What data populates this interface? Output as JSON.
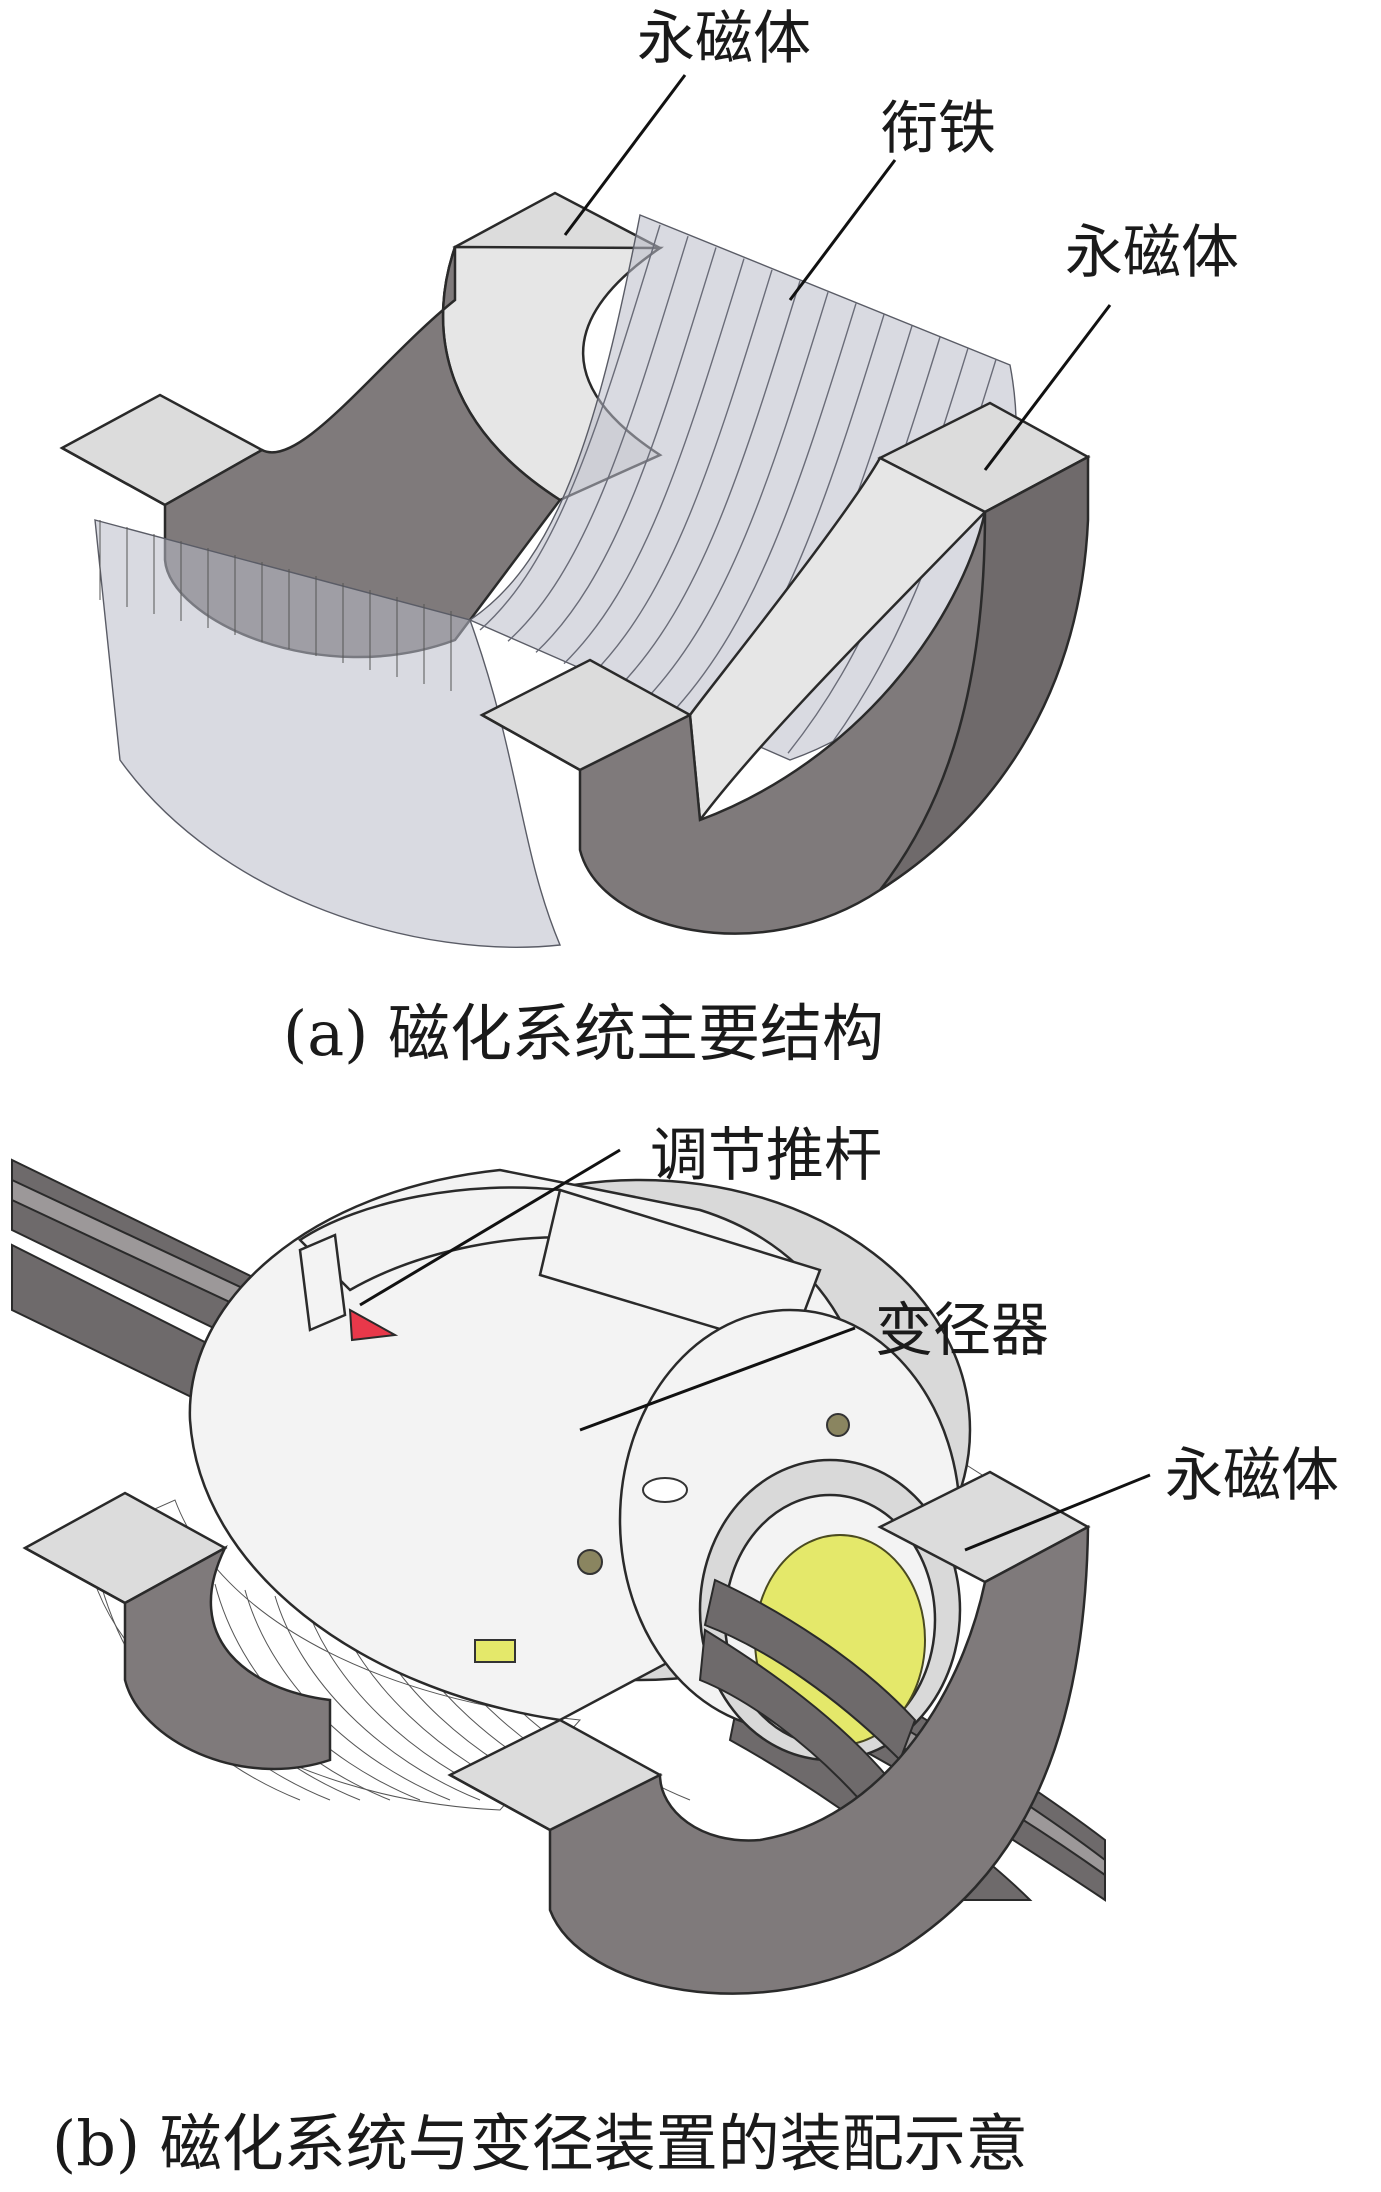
{
  "figure_a": {
    "labels": {
      "magnet_top_left": "永磁体",
      "armature": "衔铁",
      "magnet_right": "永磁体"
    },
    "caption": "(a)  磁化系统主要结构"
  },
  "figure_b": {
    "labels": {
      "push_rod": "调节推杆",
      "reducer": "变径器",
      "magnet": "永磁体"
    },
    "caption": "(b)  磁化系统与变径装置的装配示意"
  },
  "colors": {
    "magnet_face": "#7f7a7b",
    "magnet_top": "#dcdcdc",
    "armature": "#b9bcc8",
    "sleeve": "#e4e86a",
    "pointer": "#e8384a"
  }
}
